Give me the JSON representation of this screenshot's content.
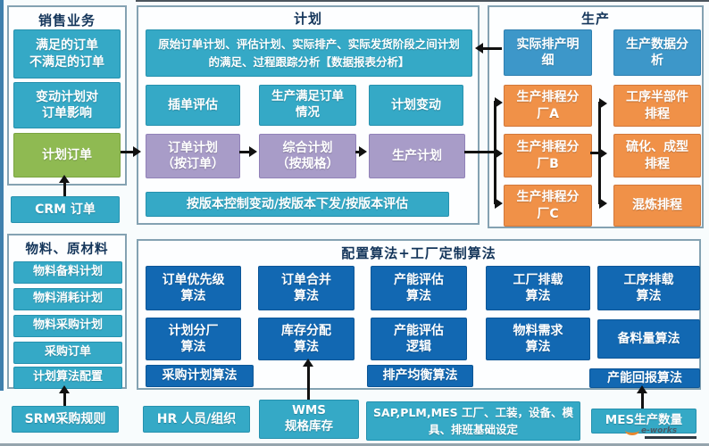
{
  "sales": {
    "title": "销售业务",
    "orders_box": "满足的订单\n不满足的订单",
    "change_impact_box": "变动计划对\n订单影响",
    "planned_orders_box": "计划订单",
    "crm_box": "CRM 订单"
  },
  "planning": {
    "title": "计划",
    "overview_box": "原始订单计划、评估计划、实际排产、实际发货阶段之间计划的满足、过程跟踪分析【数据报表分析】",
    "insert_eval_box": "插单评估",
    "fulfill_box": "生产满足订单\n情况",
    "change_box": "计划变动",
    "order_plan_box": "订单计划\n（按订单）",
    "comprehensive_plan_box": "综合计划\n（按规格）",
    "production_plan_box": "生产计划",
    "version_box": "按版本控制变动/按版本下发/按版本评估"
  },
  "production": {
    "title": "生产",
    "detail_box": "实际排产明\n细",
    "analysis_box": "生产数据分\n析",
    "factory_a_box": "生产排程分\n厂A",
    "process_box": "工序半部件\n排程",
    "factory_b_box": "生产排程分\n厂B",
    "vulcanize_box": "硫化、成型\n排程",
    "factory_c_box": "生产排程分\n厂C",
    "mixing_box": "混炼排程"
  },
  "materials": {
    "title": "物料、原材料",
    "items": [
      "物料备料计划",
      "物料消耗计划",
      "物料采购计划",
      "采购订单",
      "计划算法配置"
    ],
    "srm_box": "SRM采购规则"
  },
  "algorithms": {
    "title": "配置算法+工厂定制算法",
    "row1": [
      "订单优先级\n算法",
      "订单合并\n算法",
      "产能评估\n算法",
      "工厂排载\n算法",
      "工序排载\n算法"
    ],
    "row2": [
      "计划分厂\n算法",
      "库存分配\n算法",
      "产能评估\n逻辑",
      "物料需求\n算法",
      "备料量算法"
    ],
    "row3": [
      "采购计划算法",
      "排产均衡算法",
      "产能回报算法"
    ]
  },
  "external": {
    "hr_box": "HR 人员/组织",
    "wms_box": "WMS\n规格库存",
    "sap_box": "SAP,PLM,MES 工厂、工装，设备、模具、排班基础设定",
    "mes_box": "MES生产数量"
  },
  "watermark": {
    "text": "e-works"
  },
  "colors": {
    "teal": "#35a9c6",
    "production_blue": "#3d97c9",
    "orange": "#f09148",
    "purple": "#a89cc8",
    "green": "#8fba52",
    "algorithm_blue": "#1268b2",
    "title_navy": "#14355a",
    "arrow_black": "#111111"
  }
}
